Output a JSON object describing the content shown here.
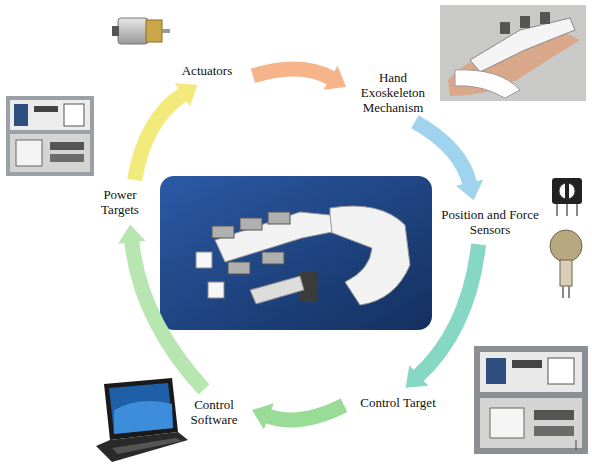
{
  "diagram": {
    "nodes": [
      {
        "text": [
          "Actuators"
        ]
      },
      {
        "text": [
          "Hand Exoskeleton Mechanism"
        ]
      },
      {
        "text": [
          "Position and Force Sensors"
        ]
      },
      {
        "text": [
          "Control Target"
        ]
      },
      {
        "text": [
          "Control Software"
        ]
      },
      {
        "text": [
          "Power Targets"
        ]
      }
    ],
    "edges": [
      {
        "from": 0,
        "to": 1,
        "arrow": "to"
      },
      {
        "from": 1,
        "to": 2,
        "arrow": "to"
      },
      {
        "from": 2,
        "to": 3,
        "arrow": "to"
      },
      {
        "from": 3,
        "to": 4,
        "arrow": "to"
      },
      {
        "from": 4,
        "to": 5,
        "arrow": "to"
      },
      {
        "from": 5,
        "to": 0,
        "arrow": "to"
      }
    ]
  }
}
